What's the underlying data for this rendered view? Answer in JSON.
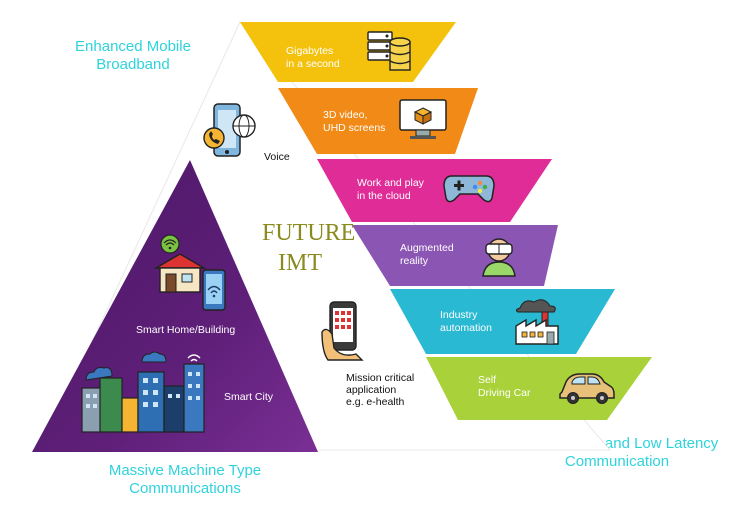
{
  "corners": {
    "top_left": [
      "Enhanced Mobile",
      "Broadband"
    ],
    "bottom_left": [
      "Massive Machine Type",
      "Communications"
    ],
    "bottom_right": [
      "Ultra-reliable and Low Latency",
      "Communication"
    ]
  },
  "center": {
    "line1": "FUTURE",
    "line2": "IMT"
  },
  "bands": [
    {
      "lines": [
        "Gigabytes",
        "in a second"
      ],
      "color": "#f4c20d",
      "icon": "server-database-icon"
    },
    {
      "lines": [
        "3D video,",
        "UHD screens"
      ],
      "color": "#f18a16",
      "icon": "monitor-3d-cube-icon"
    },
    {
      "lines": [
        "Work and play",
        "in the cloud"
      ],
      "color": "#e02c97",
      "icon": "game-controller-icon"
    },
    {
      "lines": [
        "Augmented",
        "reality"
      ],
      "color": "#8b56b3",
      "icon": "vr-headset-user-icon"
    },
    {
      "lines": [
        "Industry",
        "automation"
      ],
      "color": "#29b9d2",
      "icon": "factory-icon"
    },
    {
      "lines": [
        "Self",
        "Driving Car"
      ],
      "color": "#a9d13a",
      "icon": "car-icon"
    }
  ],
  "labels": {
    "voice": "Voice",
    "smart_home": "Smart Home/Building",
    "smart_city": "Smart City",
    "mission": [
      "Mission critical",
      "application",
      "e.g. e-health"
    ]
  },
  "icons": [
    "phone-call-globe-icon",
    "smart-home-icon",
    "smartphone-wifi-icon",
    "smart-city-icon",
    "hand-holding-phone-icon"
  ],
  "colors": {
    "corner_text": "#2fd3dc",
    "left_triangle": "#5e1f78",
    "future_text": "#8a8a1e"
  }
}
